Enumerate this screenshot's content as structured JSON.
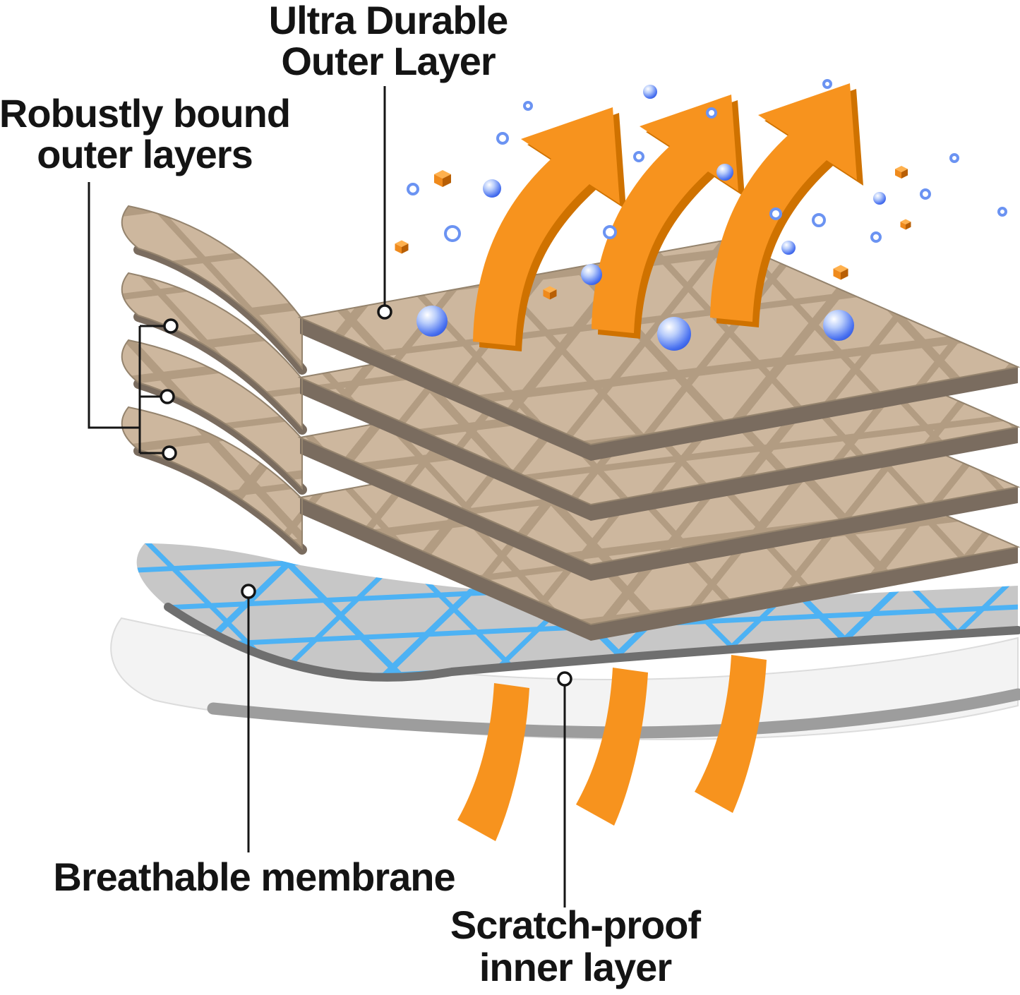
{
  "diagram": {
    "type": "layered-fabric-cross-section",
    "labels": {
      "outer_layer": {
        "line1": "Ultra Durable",
        "line2": "Outer Layer"
      },
      "bound_layers": {
        "line1": "Robustly bound",
        "line2": "outer layers"
      },
      "membrane": {
        "text": "Breathable membrane"
      },
      "inner_layer": {
        "line1": "Scratch-proof",
        "line2": "inner layer"
      }
    },
    "layers": [
      {
        "name": "outer fabric layer 1"
      },
      {
        "name": "outer fabric layer 2"
      },
      {
        "name": "outer fabric layer 3"
      },
      {
        "name": "outer fabric layer 4"
      },
      {
        "name": "breathable membrane"
      },
      {
        "name": "scratch-proof inner layer"
      }
    ],
    "colors": {
      "background": "#ffffff",
      "fabric": "#cdb79e",
      "fabric_weave": "#b29c82",
      "fabric_edge": "#7a6c5f",
      "fabric_outline": "#94836d",
      "membrane_base": "#c7c7c7",
      "membrane_fiber": "#4db2f4",
      "membrane_edge": "#6f6f6f",
      "inner_face": "#f3f3f3",
      "inner_edge": "#9d9d9d",
      "arrow": "#f7931e",
      "arrow_shade": "#cf7200",
      "droplet_deep": "#2f55dd",
      "bubble_ring": "#6b93f2",
      "cube_top": "#ffb14e",
      "cube_left": "#ef8a1c",
      "cube_right": "#b85f05",
      "text": "#141414"
    }
  }
}
